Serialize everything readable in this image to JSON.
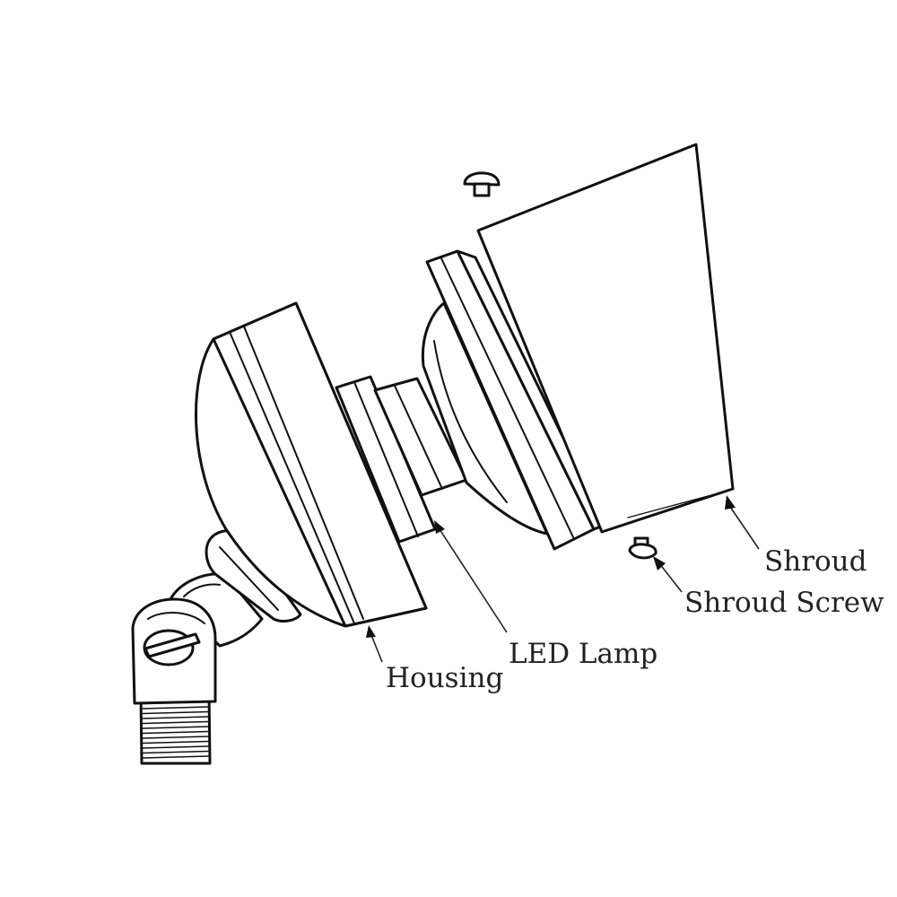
{
  "labels": {
    "shroud": "Shroud",
    "shroud_screw": "Shroud Screw",
    "led_lamp": "LED Lamp",
    "housing": "Housing"
  }
}
